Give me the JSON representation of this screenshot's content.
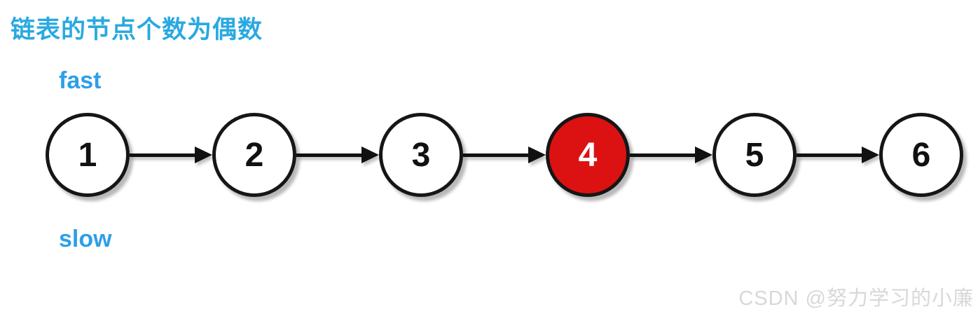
{
  "title": "链表的节点个数为偶数",
  "pointers": {
    "fast_label": "fast",
    "slow_label": "slow"
  },
  "linked_list": {
    "nodes": [
      {
        "value": "1",
        "highlighted": false
      },
      {
        "value": "2",
        "highlighted": false
      },
      {
        "value": "3",
        "highlighted": false
      },
      {
        "value": "4",
        "highlighted": true
      },
      {
        "value": "5",
        "highlighted": false
      },
      {
        "value": "6",
        "highlighted": false
      }
    ]
  },
  "watermark": "CSDN @努力学习的小廉",
  "colors": {
    "title_blue": "#29A9E1",
    "pointer_blue": "#2E9FE8",
    "node_red": "#DC1212",
    "node_stroke": "#161616",
    "watermark_gray": "#D8D8D8"
  }
}
